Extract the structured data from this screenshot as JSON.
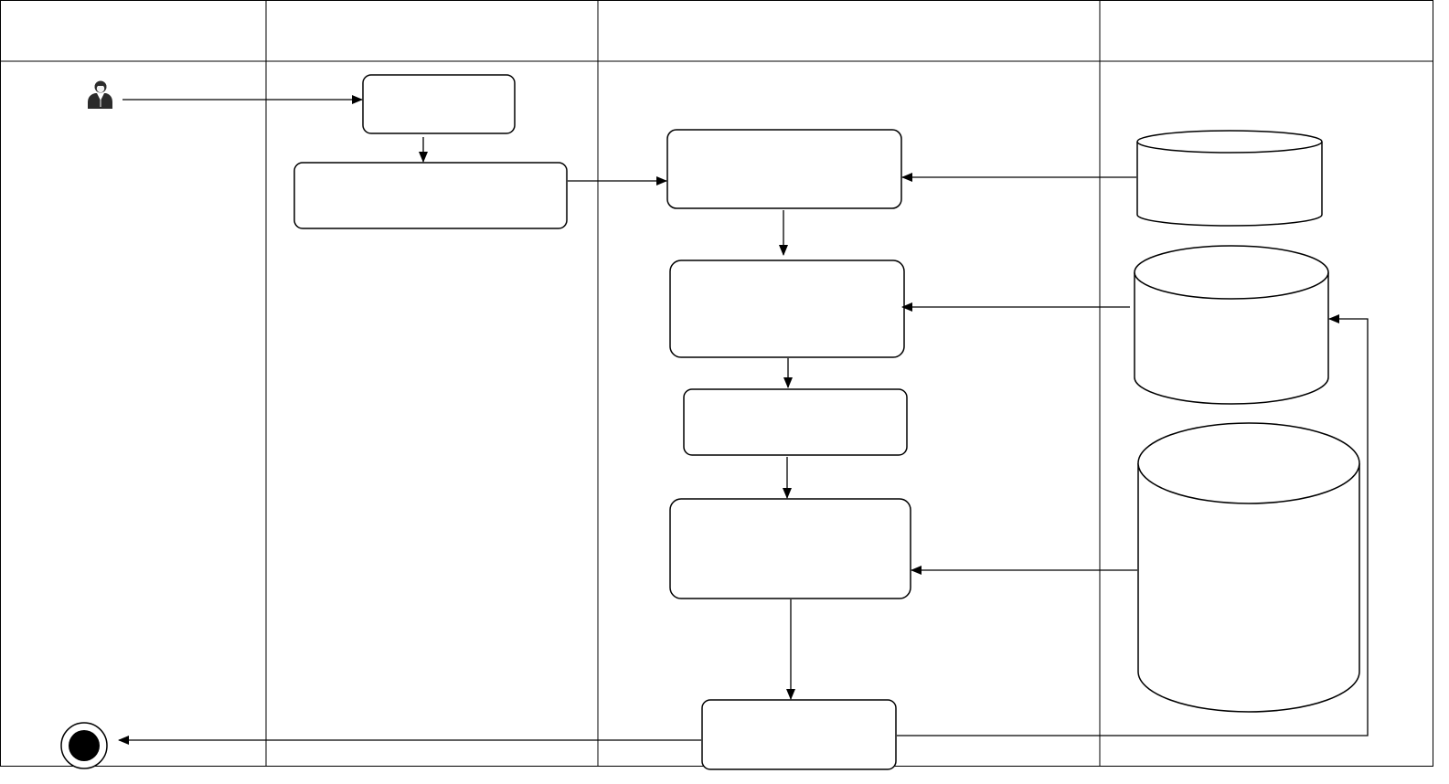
{
  "diagram": {
    "type": "swimlane-activity-diagram",
    "lanes": [
      {
        "id": "lane-1",
        "label": ""
      },
      {
        "id": "lane-2",
        "label": ""
      },
      {
        "id": "lane-3",
        "label": ""
      },
      {
        "id": "lane-4",
        "label": ""
      }
    ],
    "start": {
      "kind": "actor",
      "icon": "user-icon"
    },
    "end": {
      "kind": "final-node"
    },
    "activities": [
      {
        "id": "activity-1",
        "label": ""
      },
      {
        "id": "activity-2",
        "label": ""
      },
      {
        "id": "activity-3",
        "label": ""
      },
      {
        "id": "activity-4",
        "label": ""
      },
      {
        "id": "activity-5",
        "label": ""
      },
      {
        "id": "activity-6",
        "label": ""
      },
      {
        "id": "activity-7",
        "label": ""
      }
    ],
    "datastores": [
      {
        "id": "datastore-1",
        "label": ""
      },
      {
        "id": "datastore-2",
        "label": ""
      },
      {
        "id": "datastore-3",
        "label": ""
      }
    ],
    "edges": [
      {
        "from": "actor",
        "to": "activity-1"
      },
      {
        "from": "activity-1",
        "to": "activity-2"
      },
      {
        "from": "activity-2",
        "to": "activity-3"
      },
      {
        "from": "datastore-1",
        "to": "activity-3"
      },
      {
        "from": "activity-3",
        "to": "activity-4"
      },
      {
        "from": "datastore-2",
        "to": "activity-4"
      },
      {
        "from": "activity-4",
        "to": "activity-5"
      },
      {
        "from": "activity-5",
        "to": "activity-6"
      },
      {
        "from": "datastore-3",
        "to": "activity-6"
      },
      {
        "from": "activity-6",
        "to": "activity-7"
      },
      {
        "from": "activity-7",
        "to": "end"
      },
      {
        "from": "activity-7",
        "to": "datastore-2"
      }
    ]
  }
}
